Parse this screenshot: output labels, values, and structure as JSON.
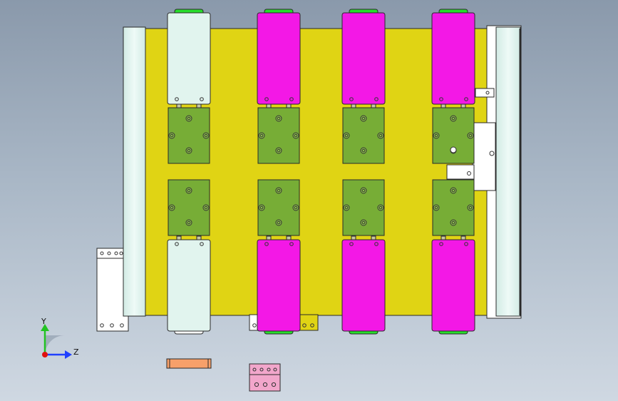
{
  "viewport": {
    "title": "",
    "background_top": "#8a99ab",
    "background_bottom": "#cfd8e2"
  },
  "colors": {
    "base_plate": "#e0d414",
    "rail": "#e1f4ee",
    "module_light": "#e1f4ee",
    "module_magenta": "#f318e6",
    "block": "#77ad36",
    "green_cap": "#27dd2b",
    "orange_part": "#f7a06a",
    "pink_part": "#f2a6cb",
    "outline": "#2a2a2a"
  },
  "modules_top": [
    {
      "color": "light"
    },
    {
      "color": "magenta"
    },
    {
      "color": "magenta"
    },
    {
      "color": "magenta"
    }
  ],
  "modules_bottom": [
    {
      "color": "light"
    },
    {
      "color": "magenta"
    },
    {
      "color": "magenta"
    },
    {
      "color": "magenta"
    }
  ],
  "triad": {
    "y_label": "Y",
    "z_label": "Z",
    "y_color": "#22c322",
    "z_color": "#2040ff",
    "x_color": "#e01010"
  }
}
